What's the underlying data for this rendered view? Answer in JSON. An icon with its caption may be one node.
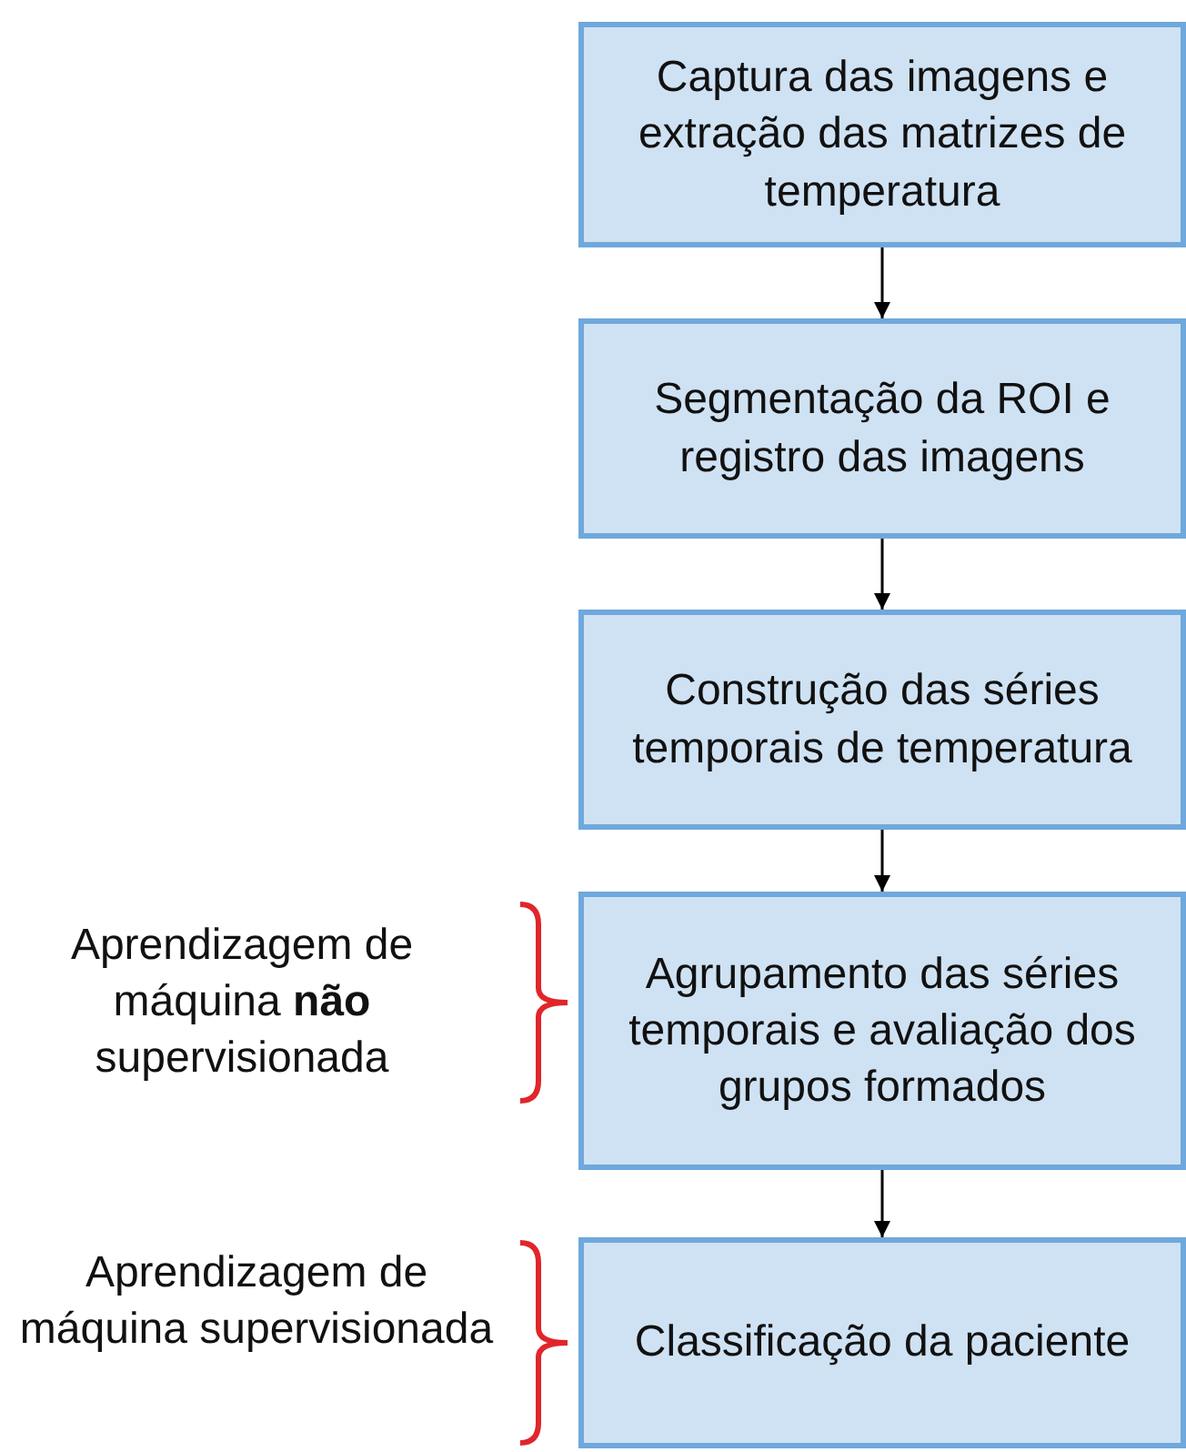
{
  "diagram": {
    "nodes": [
      {
        "text": [
          "Captura das imagens e extração das matrizes de temperatura"
        ]
      },
      {
        "text": [
          "Segmentação da ROI e registro das imagens"
        ]
      },
      {
        "text": [
          "Construção das séries temporais de temperatura"
        ]
      },
      {
        "text": [
          "Agrupamento das séries temporais e avaliação dos grupos formados"
        ],
        "beside": [
          "Aprendizagem de máquina **não** supervisionada"
        ]
      },
      {
        "text": [
          "Classificação da paciente"
        ],
        "beside": [
          "Aprendizagem de máquina supervisionada"
        ]
      }
    ],
    "edges": [
      {
        "from": 0,
        "to": 1,
        "arrow": "to"
      },
      {
        "from": 1,
        "to": 2,
        "arrow": "to"
      },
      {
        "from": 2,
        "to": 3,
        "arrow": "to"
      },
      {
        "from": 3,
        "to": 4,
        "arrow": "to"
      }
    ]
  }
}
